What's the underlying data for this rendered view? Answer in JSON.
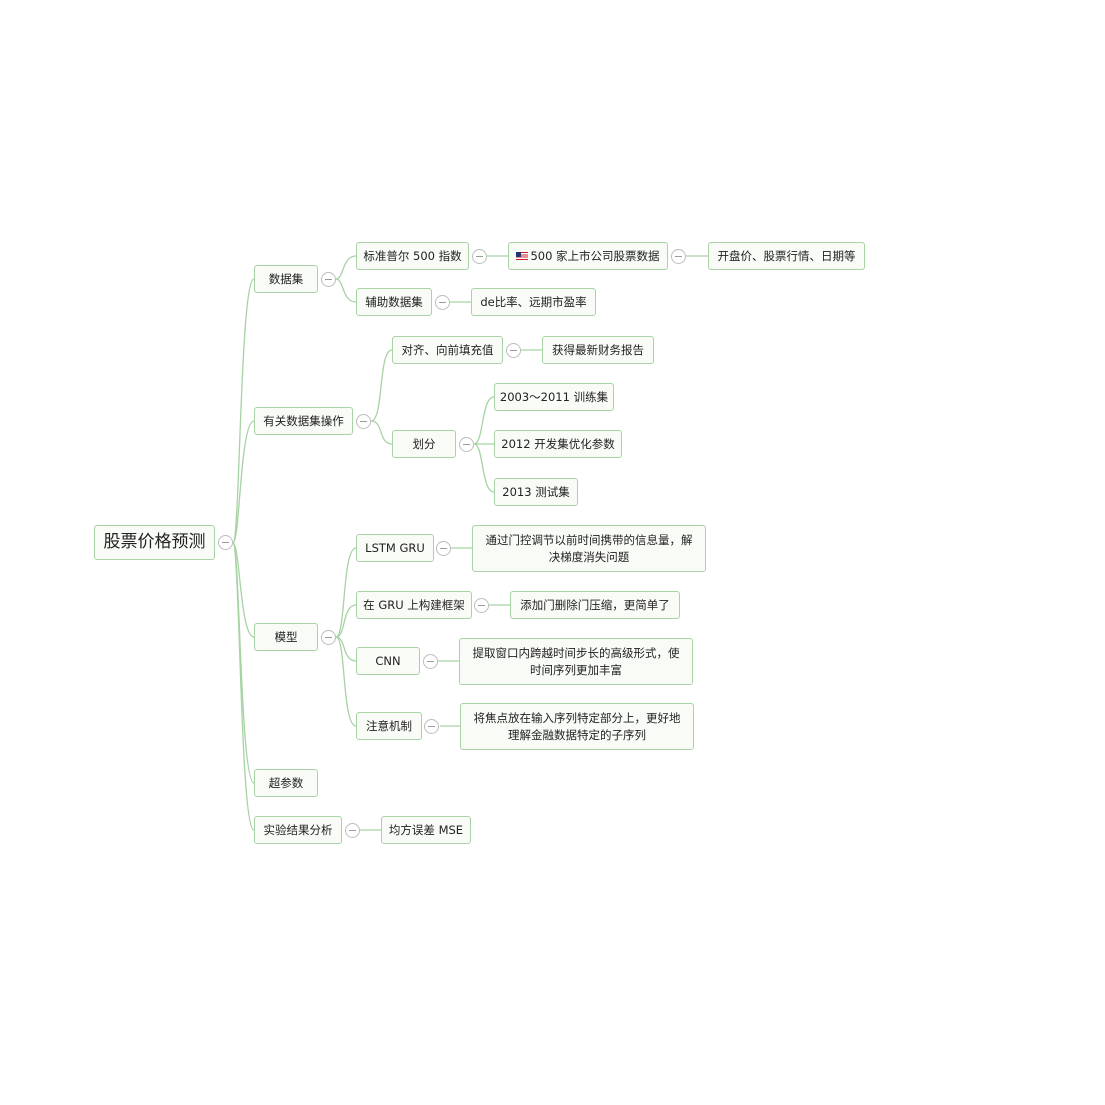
{
  "mindmap": {
    "root": "股票价格预测",
    "dataset": "数据集",
    "sp500": "标准普尔 500 指数",
    "companies": "500 家上市公司股票数据",
    "companies_flag_icon": "us-flag",
    "price_fields": "开盘价、股票行情、日期等",
    "aux_dataset": "辅助数据集",
    "de_ratio": "de比率、远期市盈率",
    "dataset_ops": "有关数据集操作",
    "align_fill": "对齐、向前填充值",
    "latest_report": "获得最新财务报告",
    "split": "划分",
    "train_set": "2003～2011 训练集",
    "dev_set": "2012 开发集优化参数",
    "test_set": "2013 测试集",
    "model": "模型",
    "lstm_gru": "LSTM GRU",
    "lstm_gru_desc": "通过门控调节以前时间携带的信息量，解决梯度消失问题",
    "gru_framework": "在 GRU 上构建框架",
    "gru_framework_desc": "添加门删除门压缩，更简单了",
    "cnn": "CNN",
    "cnn_desc": "提取窗口内跨越时间步长的高级形式，使时间序列更加丰富",
    "attention": "注意机制",
    "attention_desc": "将焦点放在输入序列特定部分上，更好地理解金融数据特定的子序列",
    "hyperparams": "超参数",
    "results": "实验结果分析",
    "mse": "均方误差 MSE"
  },
  "colors": {
    "line": "#a7d2a4",
    "border": "#a9d3a6",
    "node_fill": "#f8fbf6"
  }
}
